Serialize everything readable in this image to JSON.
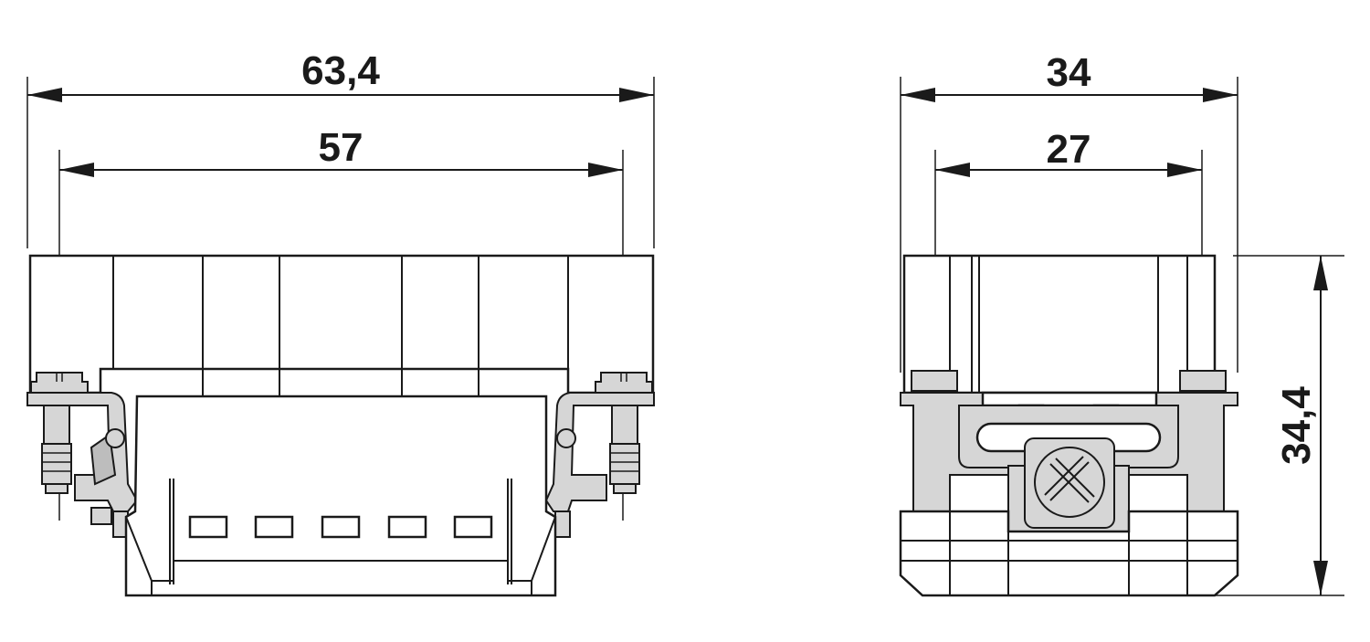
{
  "dimensions": {
    "front_overall_width": "63,4",
    "front_inner_width": "57",
    "side_overall_depth": "34",
    "side_inner_depth": "27",
    "height": "34,4"
  },
  "colors": {
    "line": "#1a1a1a",
    "fill_light": "#ffffff",
    "fill_grey": "#d6d6d6",
    "fill_grey_dark": "#bdbdbd"
  }
}
